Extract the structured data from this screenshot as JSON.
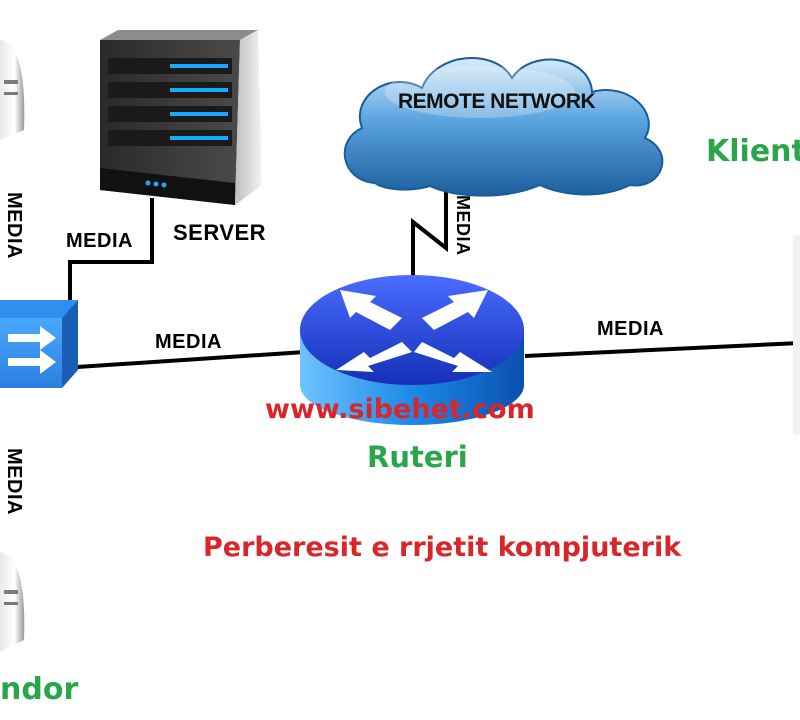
{
  "nodes": {
    "remote_network": "REMOTE NETWORK",
    "server": "SERVER",
    "router": "Ruteri",
    "clients": "Klienti",
    "provider": "ndor"
  },
  "links": {
    "server_link": "MEDIA",
    "switch_router_link": "MEDIA",
    "router_client_link": "MEDIA",
    "cloud_link": "MEDIA",
    "left_top_link": "MEDIA",
    "left_bottom_link": "MEDIA"
  },
  "watermark": {
    "prefix": "www.",
    "middle": "sibehet",
    "suffix": ".com"
  },
  "caption": "Perberesit e rrjetit kompjuterik",
  "colors": {
    "green": "#2aa54a",
    "red": "#d8262b",
    "blue": "#1f3fd6",
    "cloud": "#3f8fd0"
  }
}
